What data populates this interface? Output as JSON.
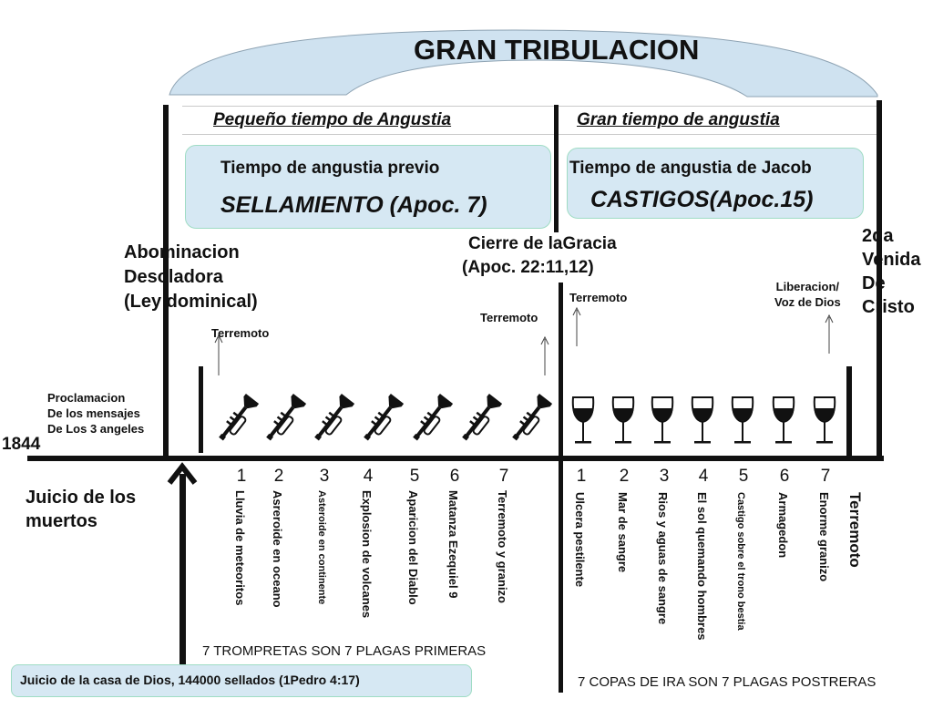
{
  "title": "GRAN TRIBULACION",
  "left_period": {
    "header": "Pequeño tiempo de Angustia",
    "line1": "Tiempo de angustia previo",
    "line2": "SELLAMIENTO (Apoc. 7)"
  },
  "right_period": {
    "header": "Gran tiempo de angustia",
    "line1": "Tiempo de angustia de Jacob",
    "line2": "CASTIGOS(Apoc.15)"
  },
  "labels": {
    "abominacion": [
      "Abominacion",
      "Desoladora",
      "(Ley dominical)"
    ],
    "cierre": [
      "Cierre de laGracia",
      "(Apoc. 22:11,12)"
    ],
    "venida": [
      "2da",
      "Venida",
      "De",
      "Cristo"
    ],
    "proclamacion": [
      "Proclamacion",
      "De los mensajes",
      "De Los 3 angeles"
    ],
    "year": "1844",
    "juicio_muertos": [
      "Juicio de los",
      "muertos"
    ],
    "liberacion": [
      "Liberacion/",
      "Voz de Dios"
    ],
    "terremoto": "Terremoto",
    "terremoto_vertical": "Terremoto",
    "juicio_casa": "Juicio de la casa de Dios, 144000 sellados (1Pedro 4:17)",
    "trompetas_caption": "7 TROMPRETAS SON 7 PLAGAS PRIMERAS",
    "copas_caption": "7 COPAS DE IRA SON 7 PLAGAS  POSTRERAS"
  },
  "trumpets": [
    {
      "n": "1",
      "label": "Lluvia de meteoritos"
    },
    {
      "n": "2",
      "label": "Asreroide en oceano"
    },
    {
      "n": "3",
      "label": "Asteroide en continente"
    },
    {
      "n": "4",
      "label": "Explosion de volcanes"
    },
    {
      "n": "5",
      "label": "Aparicion del Diablo"
    },
    {
      "n": "6",
      "label": "Matanza Ezequiel 9"
    },
    {
      "n": "7",
      "label": "Terremoto y granizo"
    }
  ],
  "bowls": [
    {
      "n": "1",
      "label": "Ulcera pestilente"
    },
    {
      "n": "2",
      "label": "Mar de sangre"
    },
    {
      "n": "3",
      "label": "Rios y aguas de sangre"
    },
    {
      "n": "4",
      "label": "El sol quemando hombres"
    },
    {
      "n": "5",
      "label": "Castigo sobre el trono bestia"
    },
    {
      "n": "6",
      "label": "Armagedon"
    },
    {
      "n": "7",
      "label": "Enorme granizo"
    }
  ],
  "icons": {
    "trumpet": "trumpet-icon",
    "bowl": "wine-glass-icon"
  },
  "colors": {
    "box_fill": "#d6e8f3",
    "box_border": "#9fdcc4",
    "line": "#111111"
  }
}
